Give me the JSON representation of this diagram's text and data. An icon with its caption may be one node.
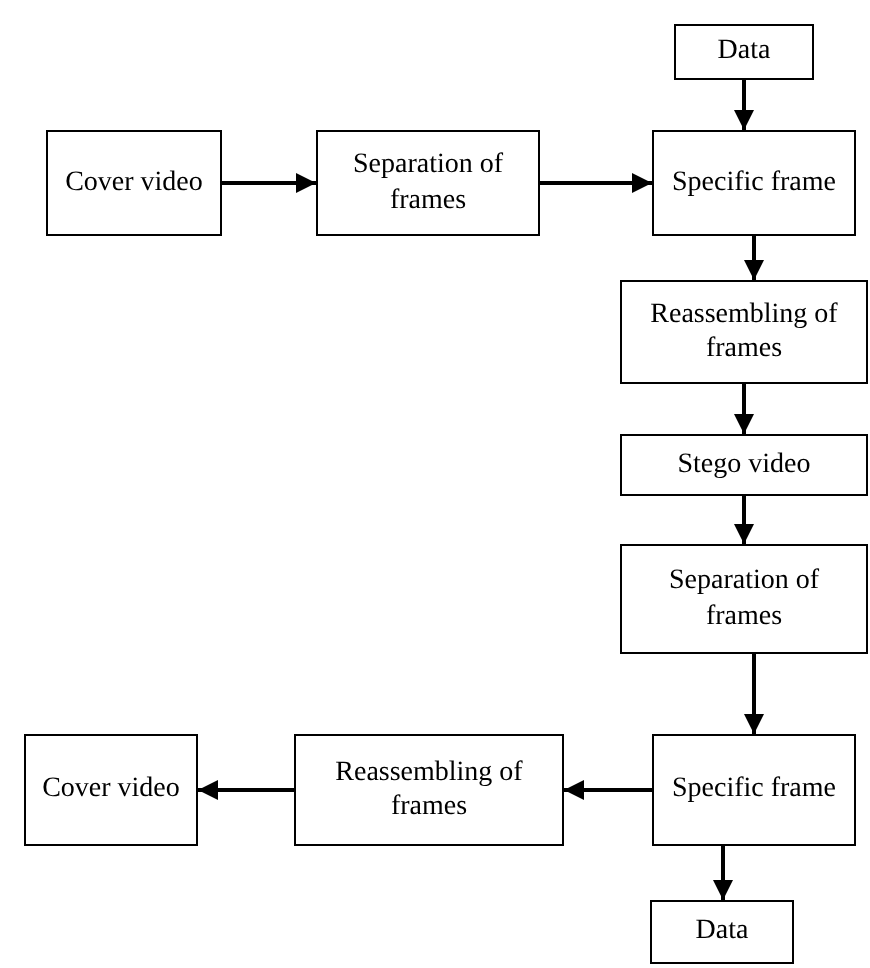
{
  "diagram": {
    "nodes": [
      {
        "text": [
          "Data"
        ]
      },
      {
        "text": [
          "Cover video"
        ]
      },
      {
        "text": [
          "Separation of frames"
        ]
      },
      {
        "text": [
          "Specific frame"
        ]
      },
      {
        "text": [
          "Reassembling of frames"
        ]
      },
      {
        "text": [
          "Stego video"
        ]
      },
      {
        "text": [
          "Separation of frames"
        ]
      },
      {
        "text": [
          "Specific frame"
        ]
      },
      {
        "text": [
          "Reassembling of frames"
        ]
      },
      {
        "text": [
          "Cover video"
        ]
      },
      {
        "text": [
          "Data"
        ]
      }
    ],
    "edges": [
      {
        "from": 0,
        "to": 3,
        "arrow": "to"
      },
      {
        "from": 1,
        "to": 2,
        "arrow": "to"
      },
      {
        "from": 2,
        "to": 3,
        "arrow": "to"
      },
      {
        "from": 3,
        "to": 4,
        "arrow": "to"
      },
      {
        "from": 4,
        "to": 5,
        "arrow": "to"
      },
      {
        "from": 5,
        "to": 6,
        "arrow": "to"
      },
      {
        "from": 6,
        "to": 7,
        "arrow": "to"
      },
      {
        "from": 7,
        "to": 8,
        "arrow": "to"
      },
      {
        "from": 8,
        "to": 9,
        "arrow": "to"
      },
      {
        "from": 7,
        "to": 10,
        "arrow": "to"
      }
    ]
  }
}
